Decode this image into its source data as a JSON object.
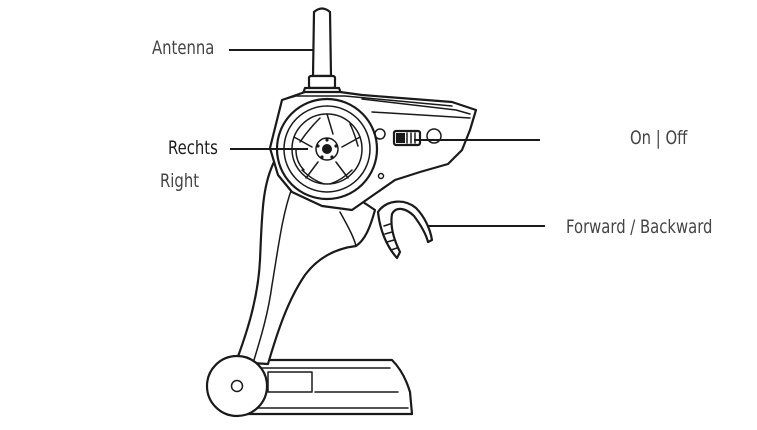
{
  "colors": {
    "line": "#1a1a1a",
    "background": "#ffffff",
    "label_dark": "#1e1e1e",
    "label_gray": "#444444"
  },
  "labels": {
    "antenna": "Antenna",
    "rechts": "Rechts",
    "right": "Right",
    "on_off": "On | Off",
    "forward_backward": "Forward / Backward"
  }
}
